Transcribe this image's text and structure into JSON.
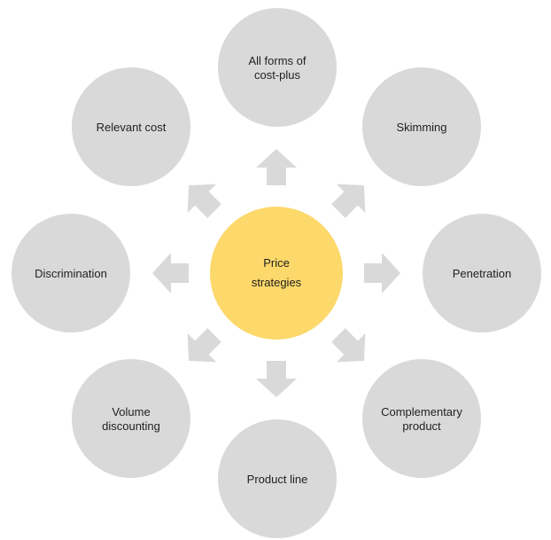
{
  "diagram": {
    "center": {
      "lines": [
        "Price",
        "strategies"
      ],
      "color": "#FDD86A"
    },
    "node_color": "#D9D9D9",
    "arrow_color": "#D9D9D9",
    "text_color": "#1F1F1F",
    "nodes": [
      {
        "id": "cost-plus",
        "lines": [
          "All forms of",
          "cost-plus"
        ]
      },
      {
        "id": "skimming",
        "lines": [
          "Skimming"
        ]
      },
      {
        "id": "penetration",
        "lines": [
          "Penetration"
        ]
      },
      {
        "id": "complementary-product",
        "lines": [
          "Complementary",
          "product"
        ]
      },
      {
        "id": "product-line",
        "lines": [
          "Product line"
        ]
      },
      {
        "id": "volume-discounting",
        "lines": [
          "Volume",
          "discounting"
        ]
      },
      {
        "id": "discrimination",
        "lines": [
          "Discrimination"
        ]
      },
      {
        "id": "relevant-cost",
        "lines": [
          "Relevant cost"
        ]
      }
    ]
  }
}
